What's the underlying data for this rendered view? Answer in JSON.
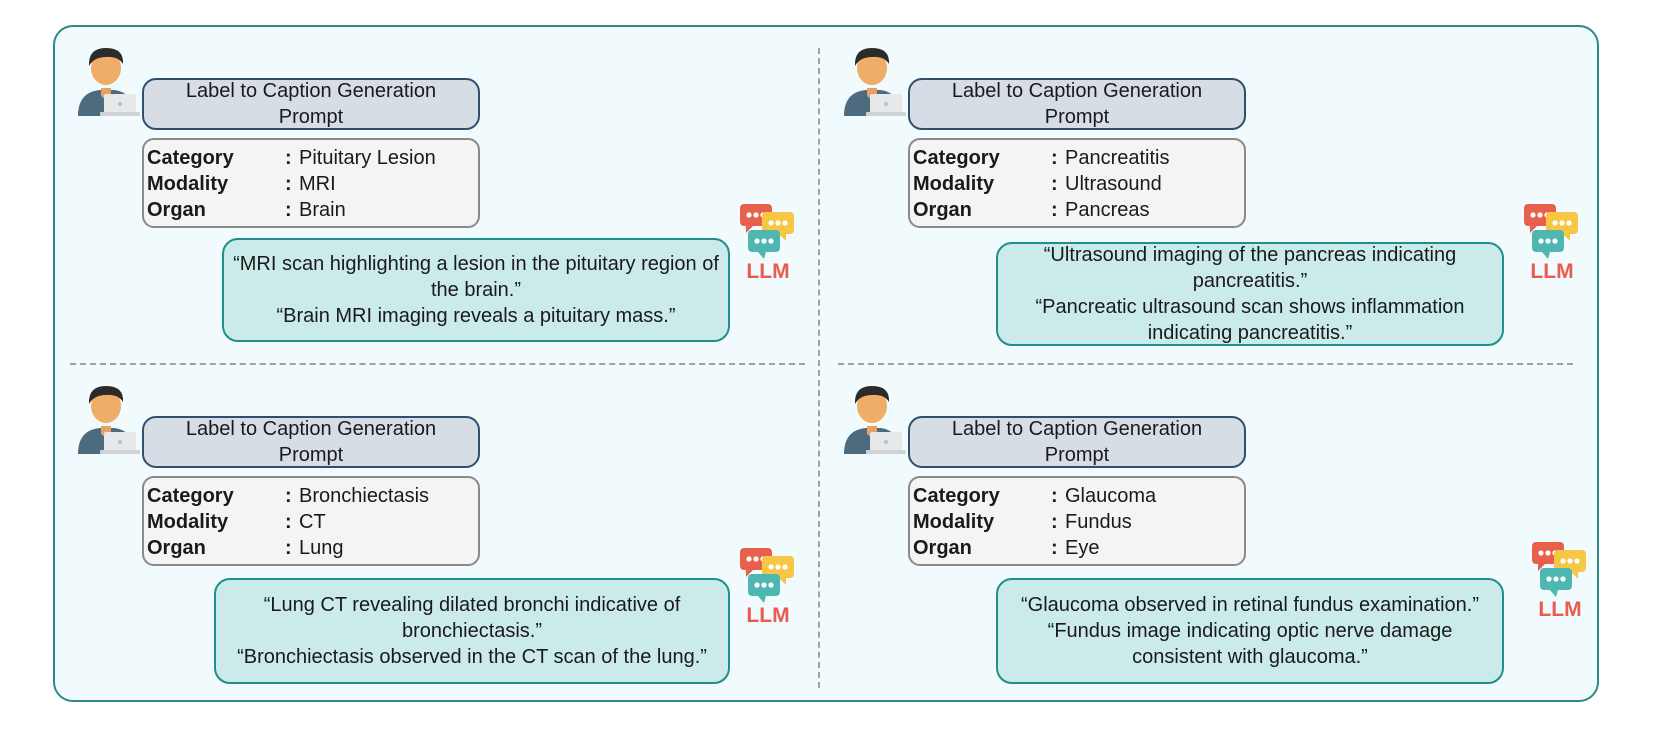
{
  "panels": [
    {
      "prompt_title": "Label to Caption Generation Prompt",
      "fields": [
        {
          "key": "Category",
          "sep": ":",
          "value": "Pituitary Lesion"
        },
        {
          "key": "Modality",
          "sep": ":",
          "value": "MRI"
        },
        {
          "key": "Organ",
          "sep": ":",
          "value": "Brain"
        }
      ],
      "captions": [
        "“MRI scan highlighting a lesion in the pituitary region of the brain.”",
        "“Brain MRI imaging reveals a pituitary mass.”"
      ],
      "llm_label": "LLM"
    },
    {
      "prompt_title": "Label to Caption Generation Prompt",
      "fields": [
        {
          "key": "Category",
          "sep": ":",
          "value": "Pancreatitis"
        },
        {
          "key": "Modality",
          "sep": ":",
          "value": "Ultrasound"
        },
        {
          "key": "Organ",
          "sep": ":",
          "value": "Pancreas"
        }
      ],
      "captions": [
        "“Ultrasound imaging of the pancreas indicating pancreatitis.”",
        "“Pancreatic ultrasound scan shows inflammation indicating pancreatitis.”"
      ],
      "llm_label": "LLM"
    },
    {
      "prompt_title": "Label to Caption Generation Prompt",
      "fields": [
        {
          "key": "Category",
          "sep": ":",
          "value": "Bronchiectasis"
        },
        {
          "key": "Modality",
          "sep": ":",
          "value": "CT"
        },
        {
          "key": "Organ",
          "sep": ":",
          "value": "Lung"
        }
      ],
      "captions": [
        "“Lung CT revealing dilated bronchi indicative of bronchiectasis.”",
        "“Bronchiectasis observed in the CT  scan of the lung.”"
      ],
      "llm_label": "LLM"
    },
    {
      "prompt_title": "Label to Caption Generation Prompt",
      "fields": [
        {
          "key": "Category",
          "sep": ":",
          "value": "Glaucoma"
        },
        {
          "key": "Modality",
          "sep": ":",
          "value": "Fundus"
        },
        {
          "key": "Organ",
          "sep": ":",
          "value": "Eye"
        }
      ],
      "captions": [
        "“Glaucoma observed in retinal fundus examination.”",
        "“Fundus image indicating optic nerve damage consistent with glaucoma.”"
      ],
      "llm_label": "LLM"
    }
  ],
  "colors": {
    "frame_border": "#2a8c8a",
    "frame_fill": "#f1fafc",
    "prompt_fill": "#d7dde5",
    "prompt_border": "#2f4f6f",
    "caption_fill": "#cbebeb",
    "caption_border": "#1f8e8c",
    "llm_text": "#e85b4d"
  },
  "icons": {
    "user": "person-with-laptop-icon",
    "llm": "chat-bubbles-icon"
  }
}
